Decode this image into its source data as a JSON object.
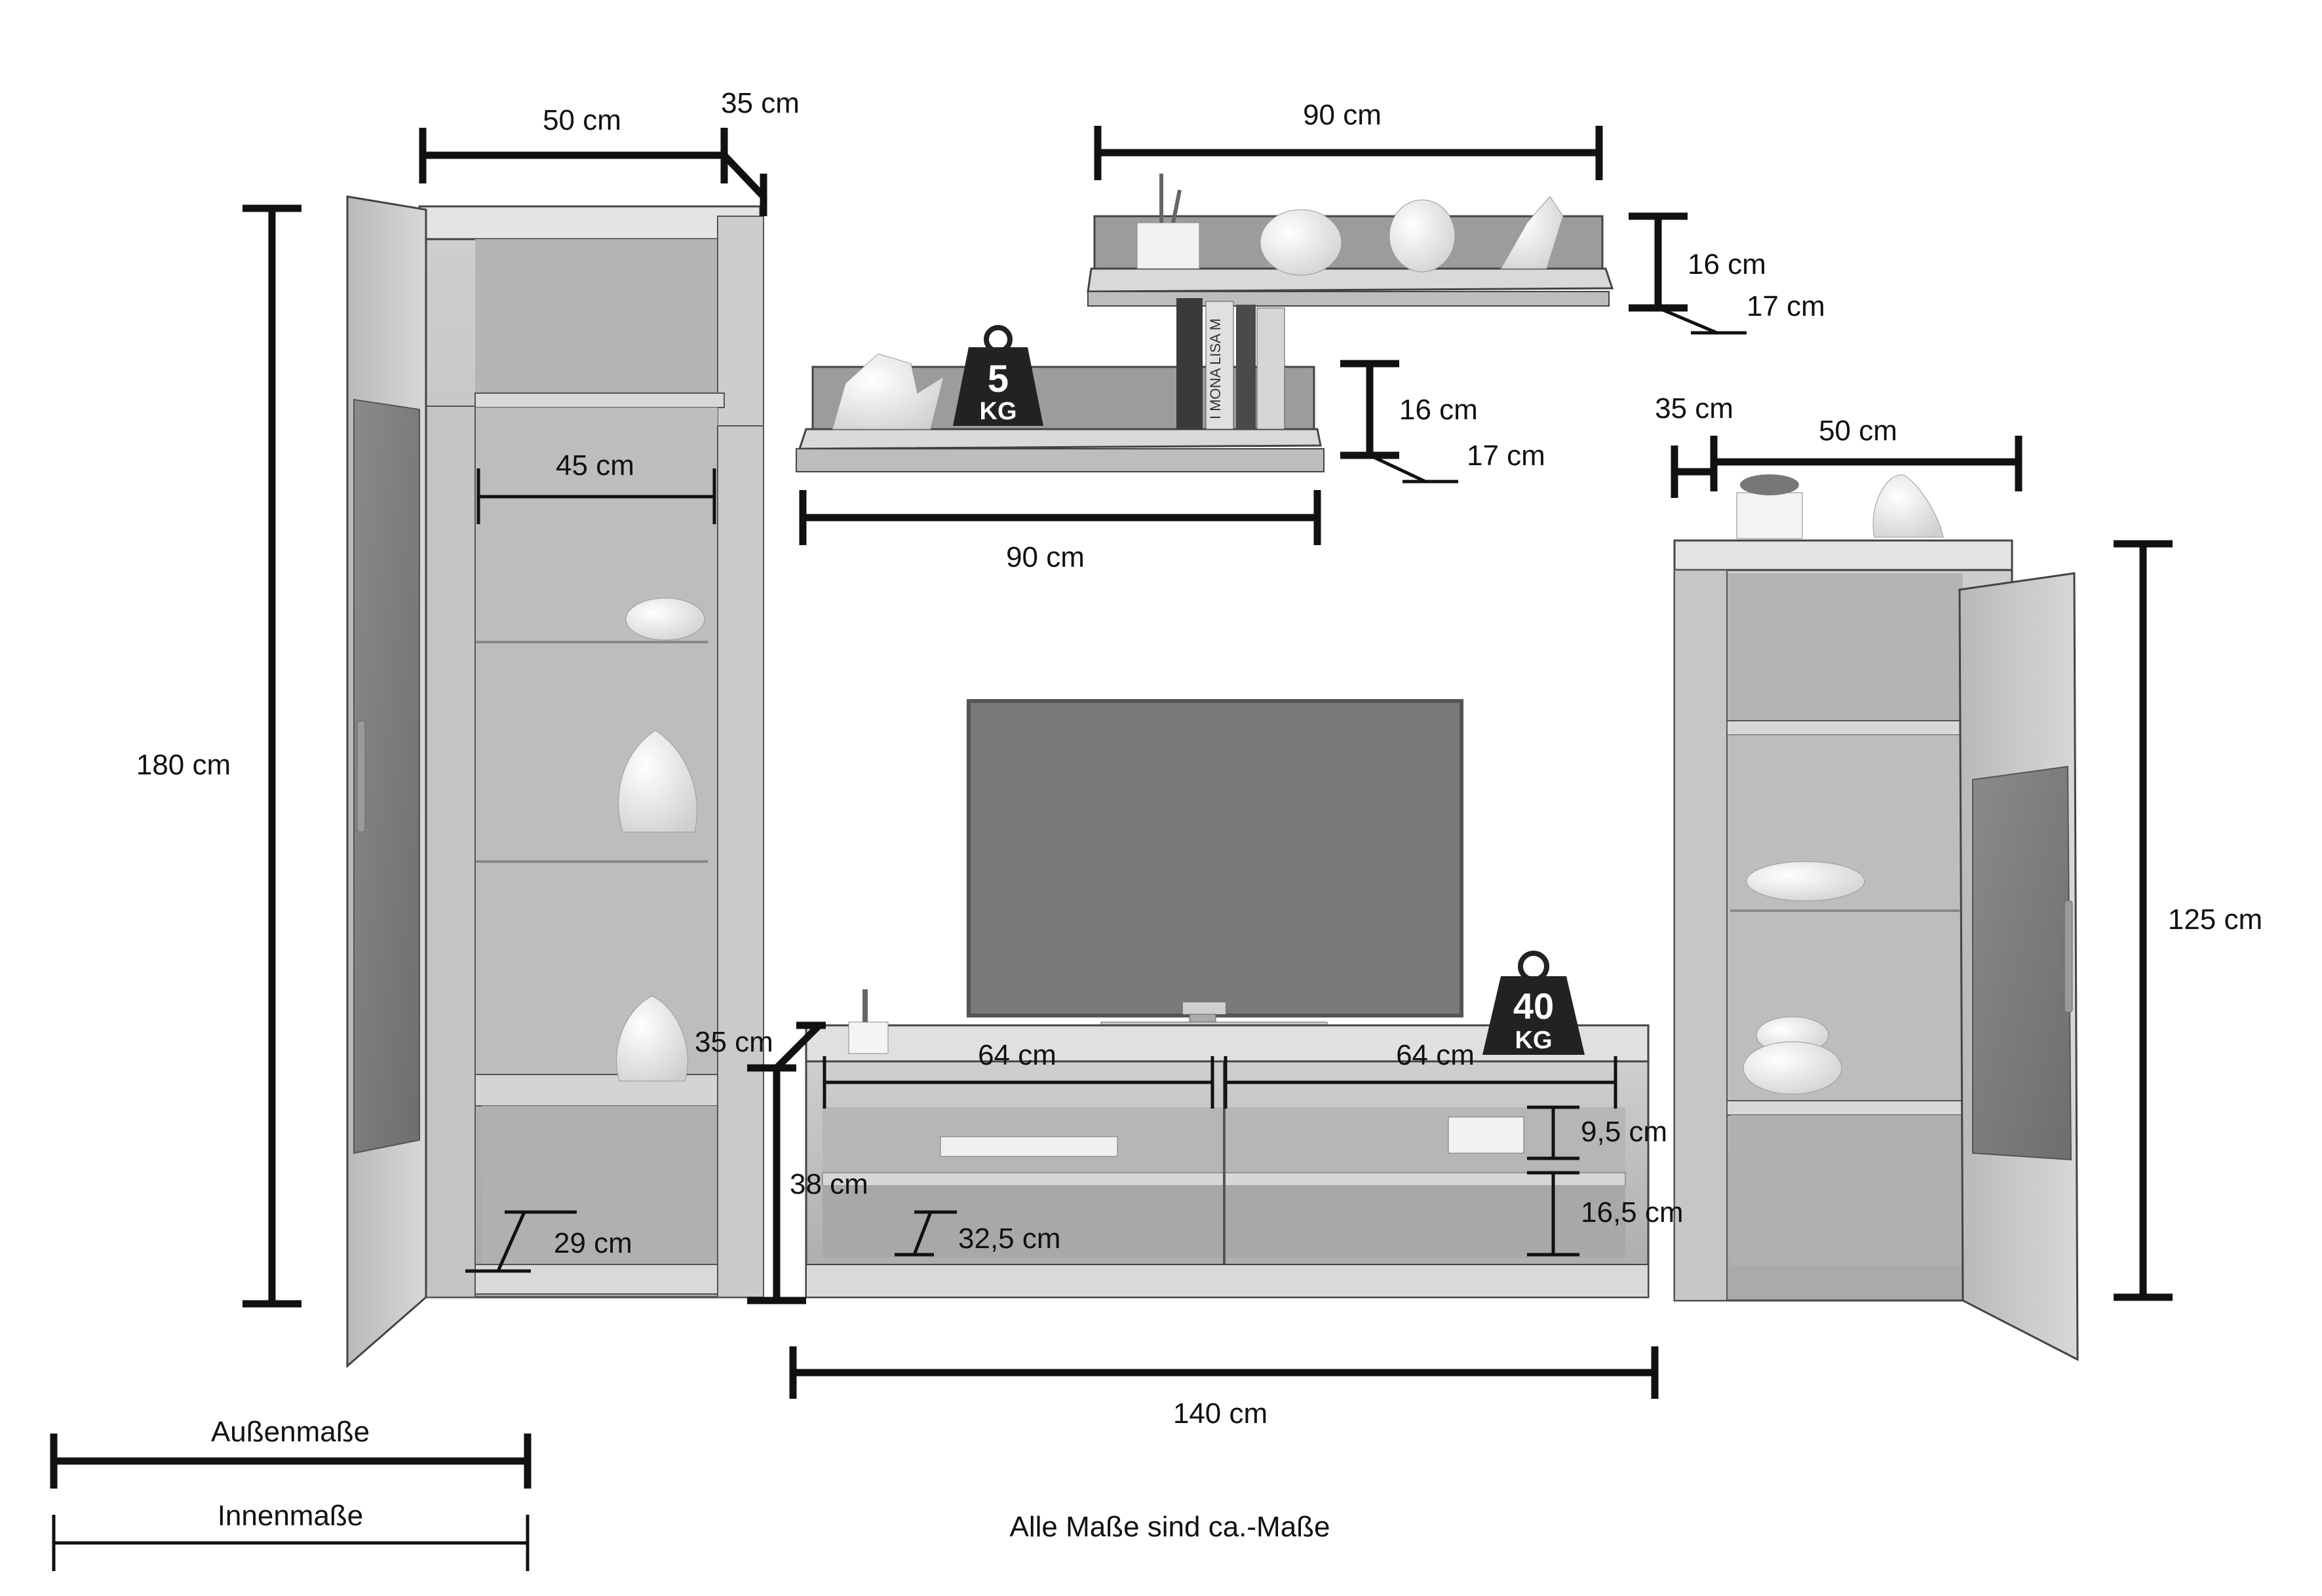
{
  "dimensions": {
    "vitrine_left_width": "50 cm",
    "vitrine_left_depth": "35 cm",
    "vitrine_left_height": "180 cm",
    "vitrine_left_inner_width": "45 cm",
    "vitrine_left_inner_depth": "29 cm",
    "shelf_top_width": "90 cm",
    "shelf_top_height": "16 cm",
    "shelf_top_depth": "17 cm",
    "shelf_lower_width": "90 cm",
    "shelf_lower_height": "16 cm",
    "shelf_lower_depth": "17 cm",
    "tv_board_depth": "35 cm",
    "tv_board_height": "38 cm",
    "tv_board_width": "140 cm",
    "tv_board_inner_left_width": "64 cm",
    "tv_board_inner_right_width": "64 cm",
    "tv_board_inner_depth": "32,5 cm",
    "tv_board_inner_upper_height": "9,5 cm",
    "tv_board_inner_lower_height": "16,5 cm",
    "vitrine_right_depth": "35 cm",
    "vitrine_right_width": "50 cm",
    "vitrine_right_height": "125 cm"
  },
  "load_badges": {
    "shelf_load": {
      "number": "5",
      "unit": "KG"
    },
    "tv_board_load": {
      "number": "40",
      "unit": "KG"
    }
  },
  "book_spine": "I MONA LISA M",
  "legend": {
    "outer_label": "Außenmaße",
    "inner_label": "Innenmaße"
  },
  "footnote": "Alle Maße sind ca.-Maße",
  "colors": {
    "line": "#111111",
    "wood_light": "#d9d9d9",
    "wood_mid": "#bdbdbd",
    "wood_dark": "#8f8f8f",
    "screen": "#7a7a7a",
    "ceramic": "#f4f4f4"
  }
}
